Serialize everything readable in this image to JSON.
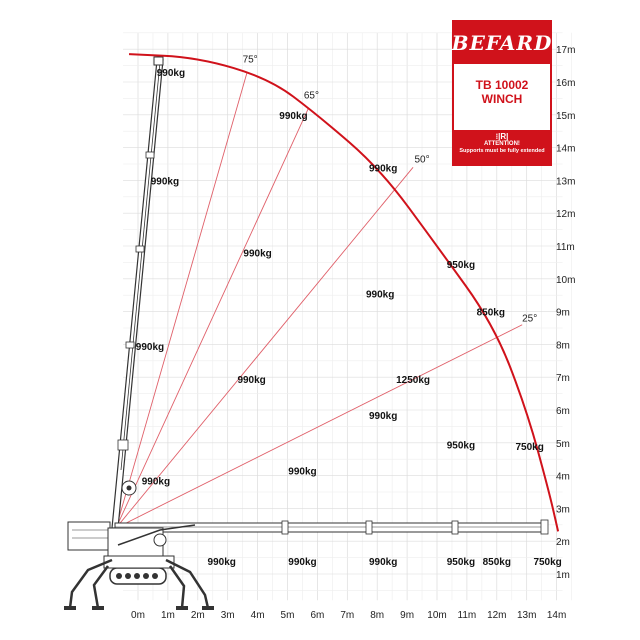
{
  "brand": {
    "logo": "BEFARD",
    "model": "TB 10002",
    "variant": "WINCH",
    "sign": "⁝|R|",
    "attention_title": "ATTENTION!",
    "attention_text": "Supports must be fully extended",
    "color_red": "#d0121b"
  },
  "chart_data": {
    "type": "load-chart",
    "x_axis": {
      "min": 0,
      "max": 14,
      "unit": "m",
      "tick_labels": [
        "0m",
        "1m",
        "2m",
        "3m",
        "4m",
        "5m",
        "6m",
        "7m",
        "8m",
        "9m",
        "10m",
        "11m",
        "12m",
        "13m",
        "14m"
      ]
    },
    "y_axis": {
      "min": 1,
      "max": 17,
      "unit": "m",
      "tick_labels": [
        "1m",
        "2m",
        "3m",
        "4m",
        "5m",
        "6m",
        "7m",
        "8m",
        "9m",
        "10m",
        "11m",
        "12m",
        "13m",
        "14m",
        "15m",
        "16m",
        "17m"
      ]
    },
    "grid": true,
    "pivot": {
      "x": 0,
      "y": 2.4
    },
    "envelope": [
      {
        "x": -0.3,
        "y": 16.85
      },
      {
        "x": 2.0,
        "y": 16.75
      },
      {
        "x": 4.4,
        "y": 16.1
      },
      {
        "x": 6.0,
        "y": 15.0
      },
      {
        "x": 8.1,
        "y": 13.35
      },
      {
        "x": 10.0,
        "y": 11.0
      },
      {
        "x": 11.9,
        "y": 8.6
      },
      {
        "x": 13.0,
        "y": 6.0
      },
      {
        "x": 13.75,
        "y": 3.5
      },
      {
        "x": 14.05,
        "y": 2.3
      }
    ],
    "angle_lines": [
      {
        "label": "75°",
        "end": {
          "x": 3.65,
          "y": 16.3
        },
        "label_at": {
          "x": 3.75,
          "y": 16.6
        }
      },
      {
        "label": "65°",
        "end": {
          "x": 5.7,
          "y": 15.2
        },
        "label_at": {
          "x": 5.8,
          "y": 15.5
        }
      },
      {
        "label": "50°",
        "end": {
          "x": 9.2,
          "y": 13.4
        },
        "label_at": {
          "x": 9.5,
          "y": 13.55
        }
      },
      {
        "label": "25°",
        "end": {
          "x": 12.85,
          "y": 8.6
        },
        "label_at": {
          "x": 13.1,
          "y": 8.7
        }
      }
    ],
    "loads": [
      {
        "label": "990kg",
        "x": 1.1,
        "y": 16.3
      },
      {
        "label": "990kg",
        "x": 5.2,
        "y": 15.0
      },
      {
        "label": "990kg",
        "x": 8.2,
        "y": 13.4
      },
      {
        "label": "990kg",
        "x": 0.9,
        "y": 13.0
      },
      {
        "label": "990kg",
        "x": 4.0,
        "y": 10.8
      },
      {
        "label": "950kg",
        "x": 10.8,
        "y": 10.45
      },
      {
        "label": "990kg",
        "x": 8.1,
        "y": 9.55
      },
      {
        "label": "850kg",
        "x": 11.8,
        "y": 9.0
      },
      {
        "label": "990kg",
        "x": 0.4,
        "y": 7.95
      },
      {
        "label": "990kg",
        "x": 3.8,
        "y": 6.95
      },
      {
        "label": "1250kg",
        "x": 9.2,
        "y": 6.95
      },
      {
        "label": "990kg",
        "x": 8.2,
        "y": 5.85
      },
      {
        "label": "950kg",
        "x": 10.8,
        "y": 4.95
      },
      {
        "label": "750kg",
        "x": 13.1,
        "y": 4.9
      },
      {
        "label": "990kg",
        "x": 5.5,
        "y": 4.15
      },
      {
        "label": "990kg",
        "x": 0.6,
        "y": 3.85
      },
      {
        "label": "990kg",
        "x": 2.8,
        "y": 1.4
      },
      {
        "label": "990kg",
        "x": 5.5,
        "y": 1.4
      },
      {
        "label": "990kg",
        "x": 8.2,
        "y": 1.4
      },
      {
        "label": "950kg",
        "x": 10.8,
        "y": 1.4
      },
      {
        "label": "850kg",
        "x": 12.0,
        "y": 1.4
      },
      {
        "label": "750kg",
        "x": 13.7,
        "y": 1.4
      }
    ],
    "colors": {
      "envelope": "#d0121b",
      "angle_lines": "#e0606a",
      "grid": "#dcdcdc",
      "machine": "#333333"
    }
  }
}
